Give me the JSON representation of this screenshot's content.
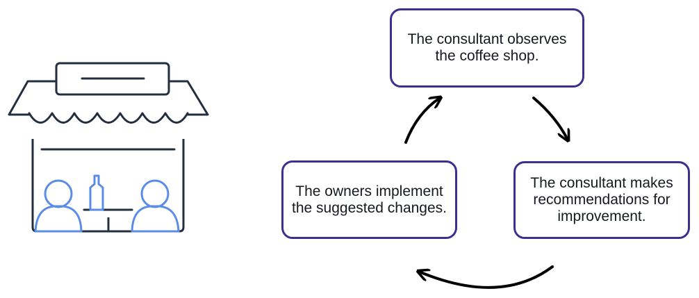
{
  "colors": {
    "box_border": "#3b2f8f",
    "text": "#16191f",
    "shop_line": "#232f3e",
    "person_line": "#5b8de8",
    "arrow": "#000000"
  },
  "illustration": {
    "icons": [
      "coffee-shop-icon",
      "awning-icon",
      "sign-icon",
      "person-icon",
      "bottle-icon",
      "table-icon"
    ]
  },
  "cycle": {
    "steps": [
      {
        "text": "The consultant observes the coffee shop."
      },
      {
        "text": "The consultant makes recommendations for improvement."
      },
      {
        "text": "The owners implement the suggested changes."
      }
    ],
    "arrows": [
      "arrow-icon",
      "arrow-icon",
      "arrow-icon"
    ]
  }
}
